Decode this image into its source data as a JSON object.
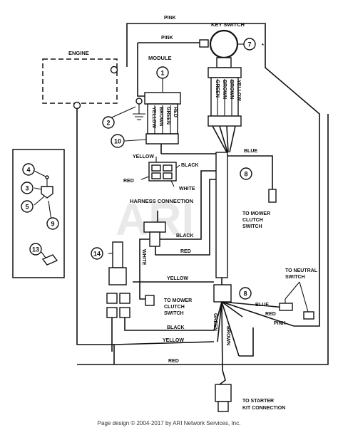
{
  "watermark": "ARI",
  "footer": "Page design © 2004-2017 by ARI Network Services, Inc.",
  "components": {
    "engine": "ENGINE",
    "module": "MODULE",
    "key_switch": "KEY SWITCH",
    "key_switch_mark": "*",
    "harness_connection": "HARNESS CONNECTION",
    "to_mower_clutch_switch_right": [
      "TO MOWER",
      "CLUTCH",
      "SWITCH"
    ],
    "to_mower_clutch_switch_left": [
      "TO MOWER",
      "CLUTCH",
      "SWITCH"
    ],
    "to_neutral_switch": [
      "TO NEUTRAL",
      "SWITCH"
    ],
    "to_starter_kit": [
      "TO STARTER",
      "KIT CONNECTION"
    ]
  },
  "callouts": [
    "1",
    "2",
    "10",
    "7",
    "8",
    "8",
    "14",
    "4",
    "3",
    "5",
    "9",
    "13"
  ],
  "wire_labels": {
    "pink_top": "PINK",
    "pink_key": "PINK",
    "module_wires": [
      "RED",
      "GREEN",
      "BROWN",
      "YELLOW"
    ],
    "key_wires": [
      "GREEN",
      "BROWN",
      "BROWN",
      "YELLOW"
    ],
    "plug_yellow": "YELLOW",
    "plug_black": "BLACK",
    "plug_red": "RED",
    "plug_white": "WHITE",
    "blue_top": "BLUE",
    "black_harness": "BLACK",
    "red_harness": "RED",
    "white_vert": "WHITE",
    "yellow_mid": "YELLOW",
    "blue_low": "BLUE",
    "red_low": "RED",
    "pink_low": "PINK",
    "black_low": "BLACK",
    "green_vert": "GREEN",
    "brown_vert": "BROWN",
    "yellow_low": "YELLOW",
    "red_bottom": "RED"
  }
}
